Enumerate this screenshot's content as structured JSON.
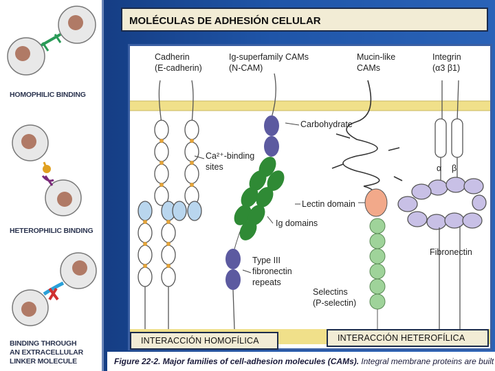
{
  "title": "MOLÉCULAS DE ADHESIÓN CELULAR",
  "left_panel": {
    "labels": [
      "HOMOPHILIC BINDING",
      "HETEROPHILIC BINDING",
      "BINDING THROUGH",
      "AN EXTRACELLULAR",
      "LINKER MOLECULE"
    ]
  },
  "figure": {
    "headers": [
      "Cadherin",
      "(E-cadherin)",
      "Ig-superfamily CAMs",
      "(N-CAM)",
      "Mucin-like",
      "CAMs",
      "Integrin",
      "(α3 β1)"
    ],
    "labels": {
      "carbohydrate": "Carbohydrate",
      "ca_binding_1": "Ca²⁺-binding",
      "ca_binding_2": "sites",
      "lectin": "Lectin domain",
      "ig_domains": "Ig domains",
      "type3_1": "Type III",
      "type3_2": "fibronectin",
      "type3_3": "repeats",
      "fibronectin": "Fibronectin",
      "selectins_1": "Selectins",
      "selectins_2": "(P-selectin)",
      "alpha": "α",
      "beta": "β"
    }
  },
  "badges": {
    "homophilic": "INTERACCIÓN HOMOFÍLICA",
    "heterophilic": "INTERACCIÓN HETEROFÍLICA"
  },
  "caption": {
    "bold": "Figure 22-2. Major families of cell-adhesion molecules (CAMs).",
    "rest": " Integral membrane proteins are built of"
  },
  "colors": {
    "membrane": "#f0e08a",
    "cadherin_fill": "#ffffff",
    "ca_dot": "#e2a33a",
    "ig_dark": "#5c5aa0",
    "ig_green": "#2f8a35",
    "lectin": "#f2a98a",
    "selectin_green": "#9fd39a",
    "fibronectin": "#c8c0e6",
    "light_blue": "#b9d6ee"
  }
}
